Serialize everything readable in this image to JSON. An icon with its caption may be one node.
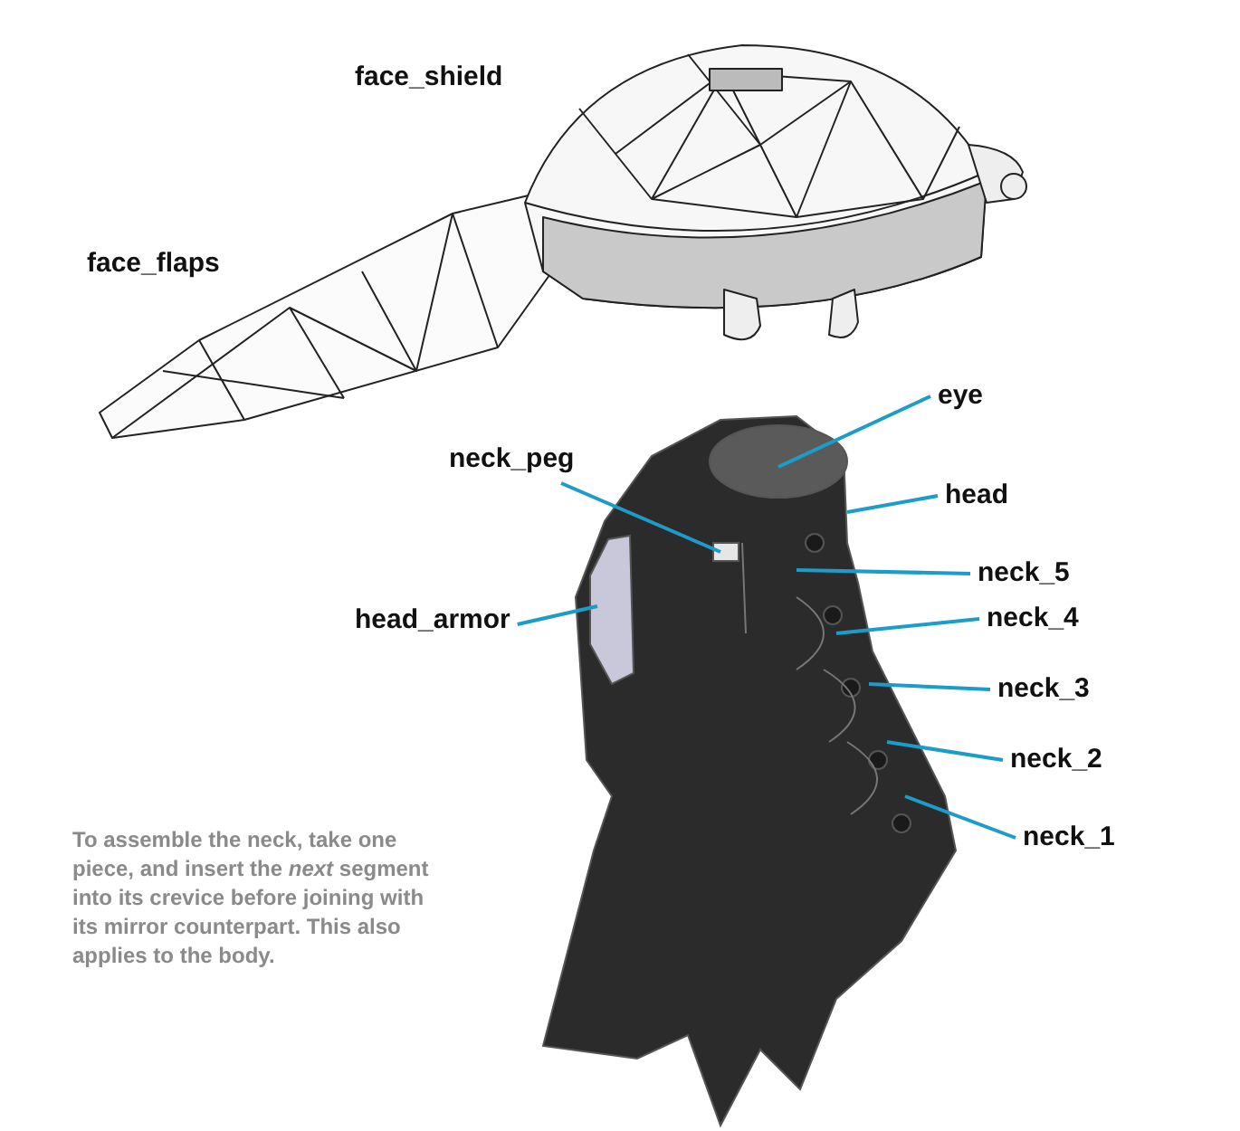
{
  "diagram": {
    "nodes": [
      {
        "text": [
          "neck_peg"
        ]
      },
      {
        "text": [
          "eye"
        ]
      },
      {
        "text": [
          "head"
        ]
      },
      {
        "text": [
          "neck_5"
        ]
      },
      {
        "text": [
          "head_armor"
        ]
      },
      {
        "text": [
          "neck_4"
        ]
      },
      {
        "text": [
          "neck_3"
        ]
      },
      {
        "text": [
          "neck_2"
        ]
      },
      {
        "text": [
          "neck_1"
        ]
      }
    ],
    "edges": [
      {
        "from": 0,
        "to": null,
        "arrow": "none"
      },
      {
        "from": 1,
        "to": null,
        "arrow": "none"
      },
      {
        "from": 2,
        "to": null,
        "arrow": "none"
      },
      {
        "from": 3,
        "to": null,
        "arrow": "none"
      },
      {
        "from": 4,
        "to": null,
        "arrow": "none"
      },
      {
        "from": 5,
        "to": null,
        "arrow": "none"
      },
      {
        "from": 6,
        "to": null,
        "arrow": "none"
      },
      {
        "from": 7,
        "to": null,
        "arrow": "none"
      },
      {
        "from": 8,
        "to": null,
        "arrow": "none"
      }
    ],
    "labels": [
      "face_shield",
      "face_flaps",
      "To assemble the neck, take one piece, and insert the *next* segment into its crevice before joining with its mirror counterpart. This also applies to the body."
    ]
  }
}
